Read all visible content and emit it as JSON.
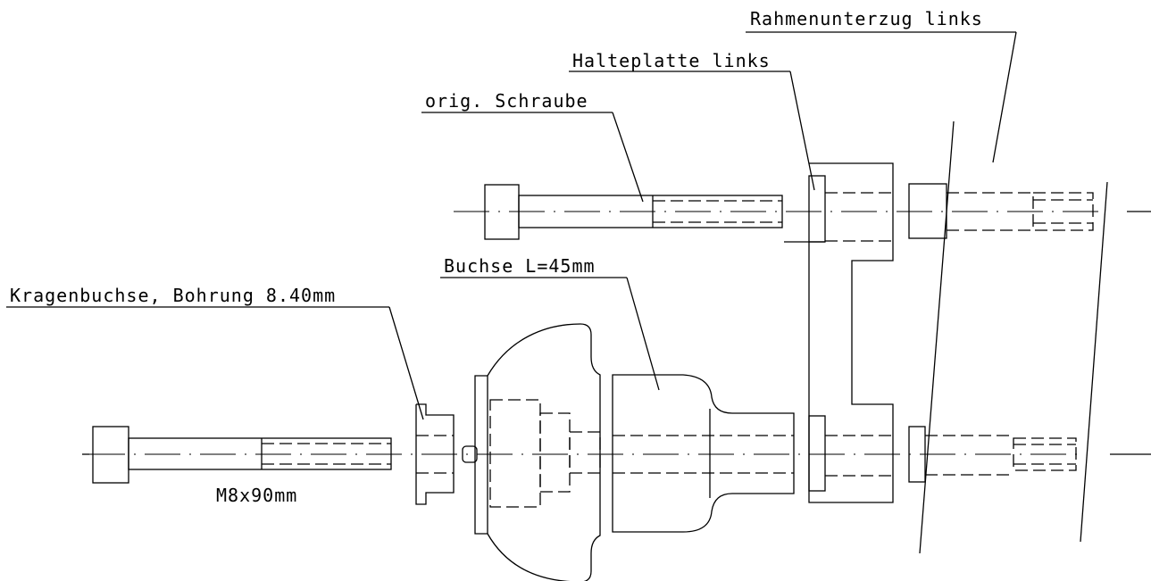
{
  "drawing": {
    "labels": {
      "rahmenunterzug": "Rahmenunterzug links",
      "halteplatte": "Halteplatte links",
      "orig_schraube": "orig. Schraube",
      "buchse": "Buchse L=45mm",
      "kragenbuchse": "Kragenbuchse, Bohrung 8.40mm",
      "screw_size": "M8x90mm"
    }
  }
}
